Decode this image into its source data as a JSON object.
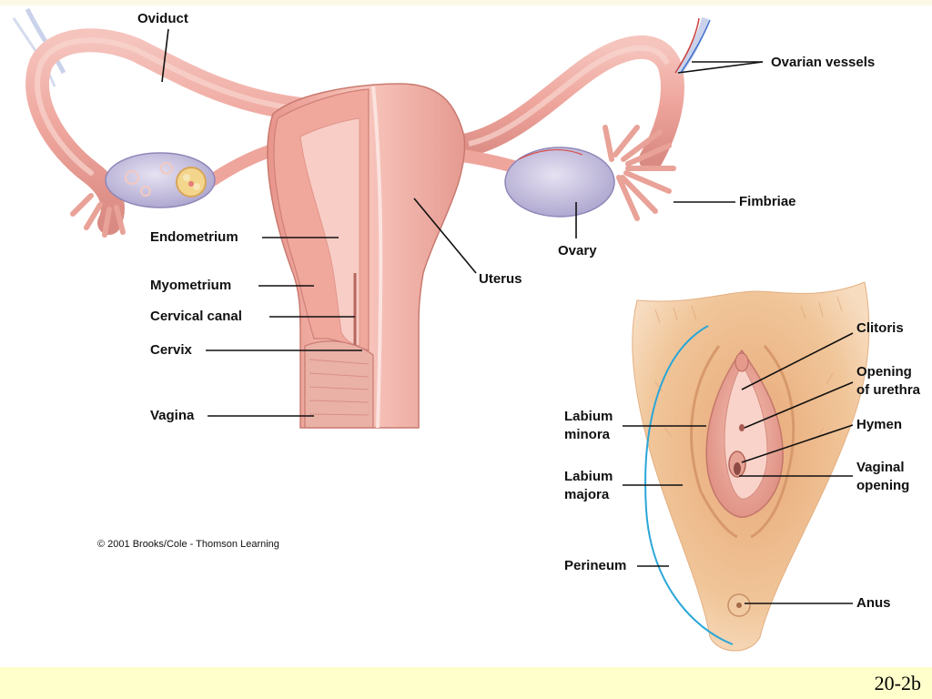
{
  "labels": {
    "oviduct": "Oviduct",
    "ovarian_vessels": "Ovarian vessels",
    "fimbriae": "Fimbriae",
    "ovary": "Ovary",
    "endometrium": "Endometrium",
    "myometrium": "Myometrium",
    "cervical_canal": "Cervical canal",
    "cervix": "Cervix",
    "vagina": "Vagina",
    "uterus": "Uterus",
    "clitoris": "Clitoris",
    "opening_of_urethra_1": "Opening",
    "opening_of_urethra_2": "of urethra",
    "hymen": "Hymen",
    "vaginal_opening_1": "Vaginal",
    "vaginal_opening_2": "opening",
    "labium_minora_1": "Labium",
    "labium_minora_2": "minora",
    "labium_majora_1": "Labium",
    "labium_majora_2": "majora",
    "perineum": "Perineum",
    "anus": "Anus"
  },
  "credit": "© 2001 Brooks/Cole - Thomson Learning",
  "slide_number": "20-2b",
  "colors": {
    "tissue_pink": "#f2b0a8",
    "tissue_dark": "#d9877f",
    "ovary_lilac": "#c9c3e0",
    "skin_tan": "#e7b98a",
    "perineum_line": "#2aa6d8"
  }
}
